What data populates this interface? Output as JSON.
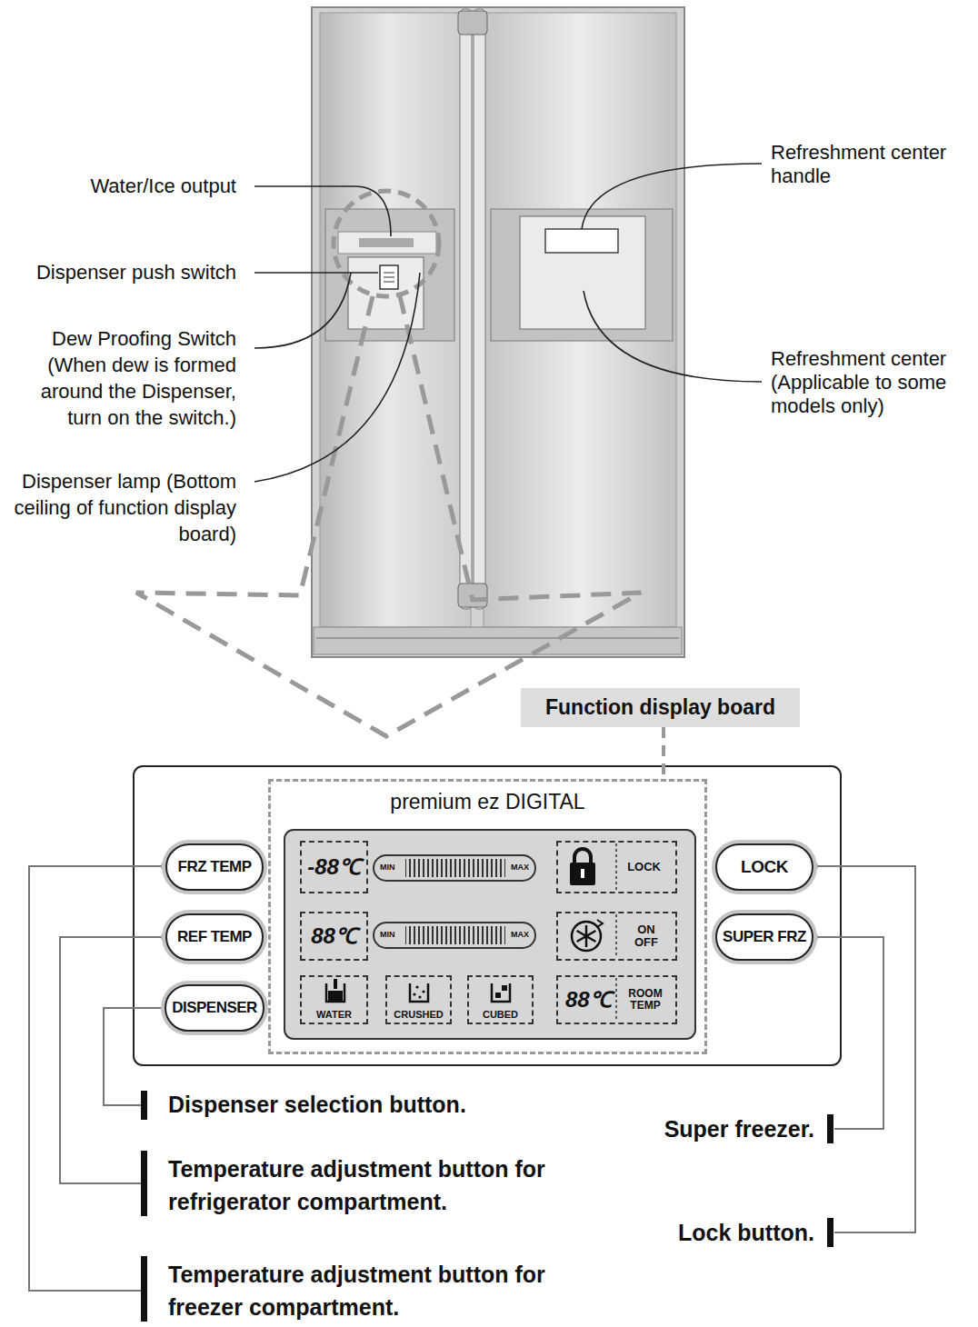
{
  "diagram": {
    "nodes": [
      {
        "text": [
          "Function display board"
        ]
      },
      {
        "text": [
          "FRZ TEMP"
        ]
      },
      {
        "text": [
          "REF TEMP"
        ]
      },
      {
        "text": [
          "DISPENSER"
        ]
      },
      {
        "text": [
          "premium ez DIGITAL"
        ]
      },
      {
        "text": [
          "-88℃"
        ],
        "in": 4
      },
      {
        "text": [
          "MIN",
          "MAX"
        ],
        "in": 4
      },
      {
        "text": [
          "LOCK"
        ],
        "in": 4
      },
      {
        "text": [
          "88℃"
        ],
        "in": 4
      },
      {
        "text": [
          "MIN",
          "MAX"
        ],
        "in": 4
      },
      {
        "text": [
          "ON OFF"
        ],
        "in": 4
      },
      {
        "text": [
          "WATER"
        ],
        "in": 4
      },
      {
        "text": [
          "CRUSHED"
        ],
        "in": 4
      },
      {
        "text": [
          "CUBED"
        ],
        "in": 4
      },
      {
        "text": [
          "88℃",
          "ROOM TEMP"
        ],
        "in": 4
      },
      {
        "text": [
          "LOCK"
        ]
      },
      {
        "text": [
          "SUPER FRZ"
        ]
      }
    ],
    "edges": [
      {
        "from": 0,
        "to": 4,
        "arrow": "none"
      }
    ],
    "labels": [
      "Water/Ice output",
      "Dispenser push switch",
      "Dew Proofing Switch (When dew is formed around the Dispenser, turn on the switch.)",
      "Dispenser lamp (Bottom ceiling of function display board)",
      "Refreshment center handle",
      "Refreshment center (Applicable to some models only)",
      "Dispenser selection button.",
      "Temperature adjustment button for refrigerator compartment.",
      "Temperature adjustment button for freezer compartment.",
      "Super freezer.",
      "Lock button."
    ]
  }
}
